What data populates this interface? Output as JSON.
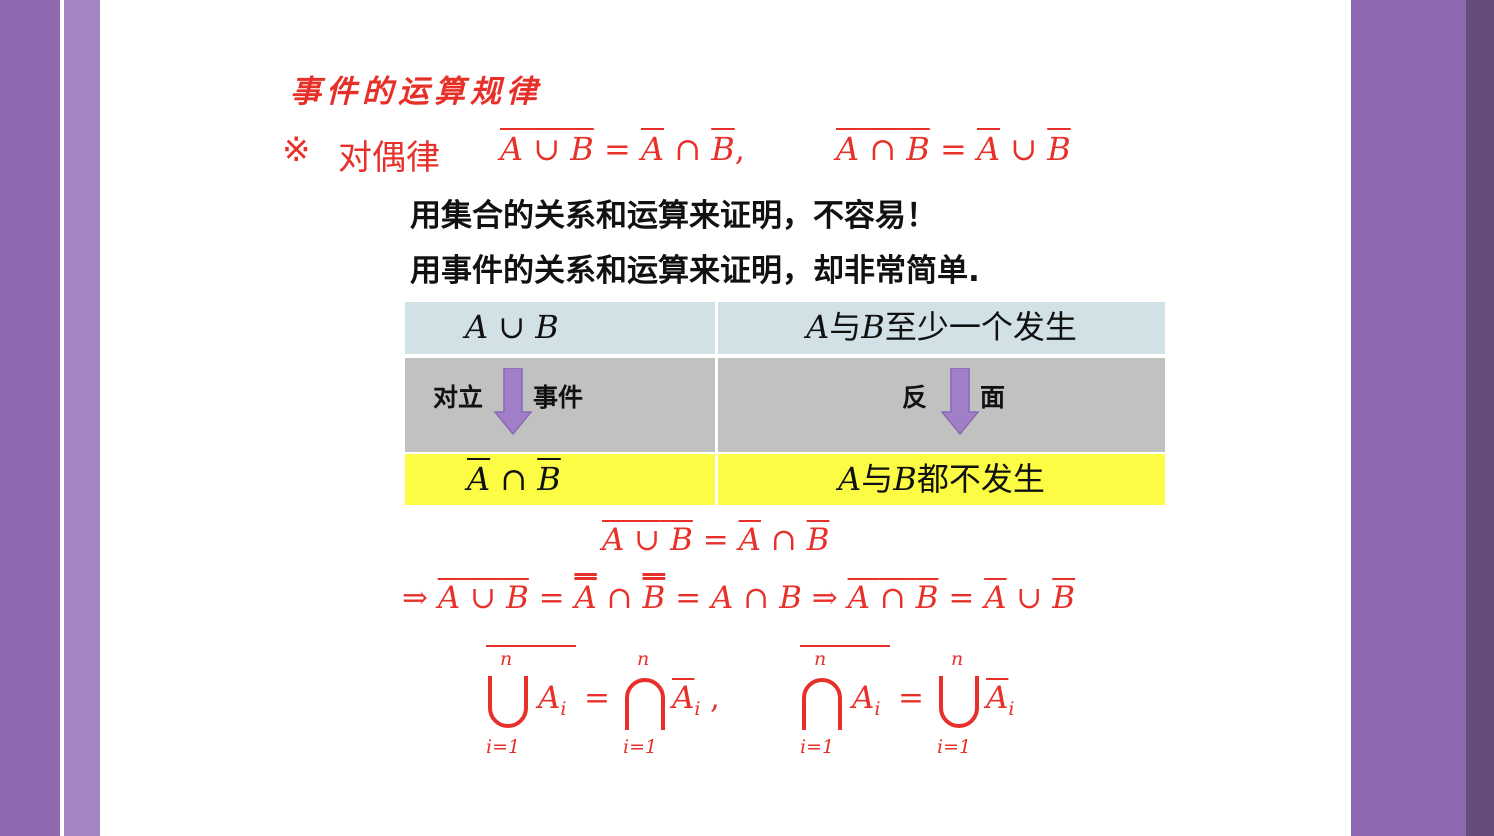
{
  "title": "事件的运算规律",
  "law": {
    "mark": "※",
    "name": "对偶律",
    "formula1": {
      "A": "A",
      "union": "∪",
      "B": "B",
      "equals": "=",
      "inter": "∩",
      "comma": ","
    },
    "formula2": {
      "A": "A",
      "inter": "∩",
      "B": "B",
      "equals": "=",
      "union": "∪"
    }
  },
  "lines": [
    "用集合的关系和运算来证明，不容易！",
    "用事件的关系和运算来证明，却非常简单."
  ],
  "table": {
    "row1": {
      "left_A": "A",
      "left_op": "∪",
      "left_B": "B",
      "right_A": "A",
      "right_mid": "与",
      "right_B": "B",
      "right_text": "至少一个发生"
    },
    "row2": {
      "left_label_a": "对立",
      "left_label_b": "事件",
      "right_label_a": "反",
      "right_label_b": "面",
      "arrow_color": "#a07ec8"
    },
    "row3": {
      "left_A": "A",
      "left_op": "∩",
      "left_B": "B",
      "right_A": "A",
      "right_mid": "与",
      "right_B": "B",
      "right_text": "都不发生"
    }
  },
  "derivation": {
    "eq1": {
      "A": "A",
      "union": "∪",
      "B": "B",
      "equals": "=",
      "inter": "∩"
    },
    "eq2": {
      "implies": "⇒",
      "A": "A",
      "union": "∪",
      "B": "B",
      "equals": "=",
      "inter": "∩"
    }
  },
  "general": {
    "n": "n",
    "lower": "i=1",
    "A": "A",
    "sub": "i",
    "equals": "=",
    "comma": ","
  },
  "colors": {
    "red": "#e8302a",
    "purple_outer": "#8e69b0",
    "purple_inner": "#a487c2",
    "purple_dark": "#654c7d",
    "row1": "#d1e1e6",
    "row2": "#c1c1c1",
    "row3": "#fcfc44"
  }
}
